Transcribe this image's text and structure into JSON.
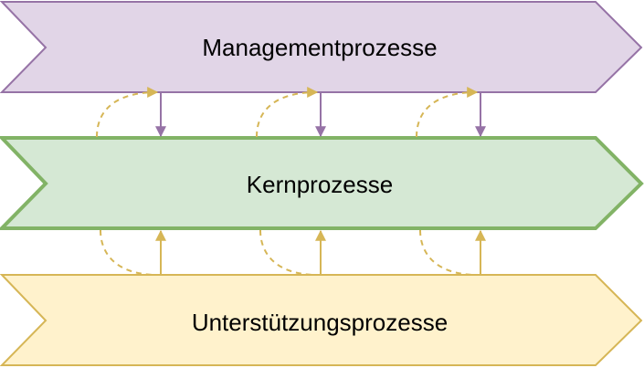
{
  "bands": [
    {
      "id": "management",
      "label": "Managementprozesse",
      "fill": "#e1d5e7",
      "stroke": "#9673a6"
    },
    {
      "id": "core",
      "label": "Kernprozesse",
      "fill": "#d5e8d4",
      "stroke": "#82b366"
    },
    {
      "id": "support",
      "label": "Unterstützungsprozesse",
      "fill": "#fff2cc",
      "stroke": "#d6b656"
    }
  ],
  "connectors": {
    "feedback_color": "#d6b656",
    "downward_color": "#9673a6",
    "upward_color": "#d6b656"
  }
}
